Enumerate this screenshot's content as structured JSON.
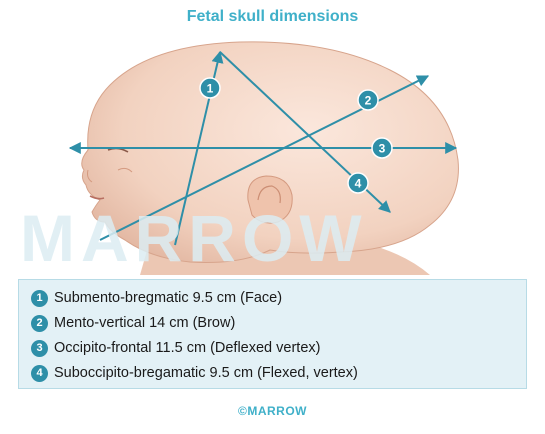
{
  "title": "Fetal skull dimensions",
  "watermark": "MARROW",
  "markers": [
    "1",
    "2",
    "3",
    "4"
  ],
  "legend": [
    {
      "num": "1",
      "text": "Submento-bregmatic 9.5 cm (Face)"
    },
    {
      "num": "2",
      "text": "Mento-vertical 14 cm (Brow)"
    },
    {
      "num": "3",
      "text": "Occipito-frontal 11.5 cm (Deflexed vertex)"
    },
    {
      "num": "4",
      "text": "Suboccipito-bregamatic 9.5 cm (Flexed, vertex)"
    }
  ],
  "footer": "©MARROW",
  "colors": {
    "accent": "#3fb0c9",
    "line": "#2e8fa8",
    "skin": "#f3d6c4",
    "legend_bg": "#e3f1f6"
  }
}
